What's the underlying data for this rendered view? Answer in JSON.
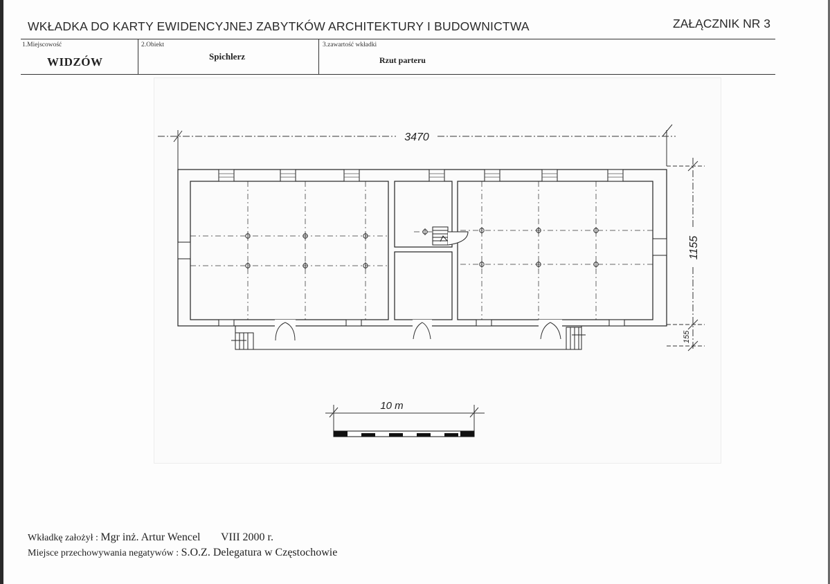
{
  "header": {
    "title": "WKŁADKA DO KARTY EWIDENCYJNEJ ZABYTKÓW ARCHITEKTURY I BUDOWNICTWA",
    "attachment": "ZAŁĄCZNIK NR 3"
  },
  "fields": {
    "place": {
      "label": "1.Miejscowość",
      "value": "WIDZÓW"
    },
    "object": {
      "label": "2.Obiekt",
      "value": "Spichlerz"
    },
    "content": {
      "label": "3.zawartość wkładki",
      "value": "Rzut parteru"
    }
  },
  "drawing": {
    "dim_length": "3470",
    "dim_width": "1155",
    "dim_step": "155",
    "scale_label": "10 m"
  },
  "footer": {
    "author_label": "Wkładkę założył :",
    "author_name": "Mgr inż. Artur Wencel",
    "date": "VIII 2000 r.",
    "storage_label": "Miejsce przechowywania negatywów :",
    "storage_value": "S.O.Z. Delegatura w Częstochowie"
  }
}
